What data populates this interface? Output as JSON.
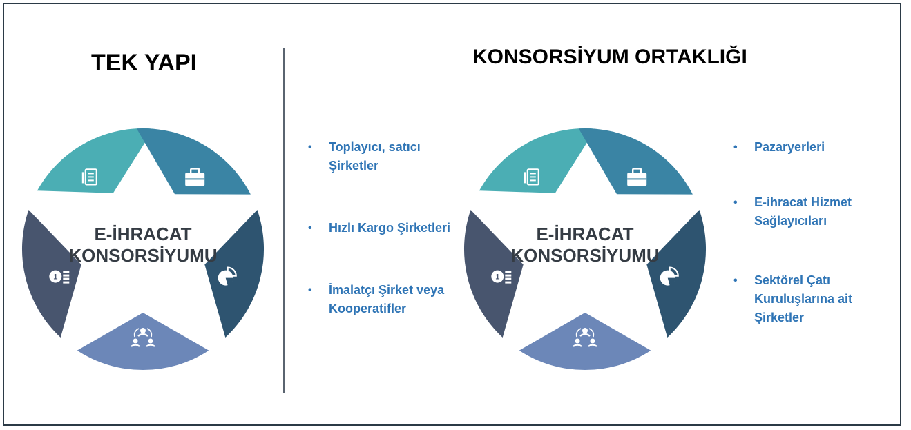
{
  "left_panel": {
    "title": "TEK YAPI",
    "center_label": [
      "E-İHRACAT",
      "KONSORSİYUMU"
    ]
  },
  "right_panel": {
    "title": "KONSORSİYUM ORTAKLIĞI",
    "center_label": [
      "E-İHRACAT",
      "KONSORSİYUMU"
    ],
    "left_bullets": [
      "Toplayıcı, satıcı Şirketler",
      "Hızlı Kargo Şirketleri",
      "İmalatçı Şirket veya Kooperatifler"
    ],
    "right_bullets": [
      "Pazaryerleri",
      "E-ihracat Hizmet Sağlayıcıları",
      "Sektörel Çatı Kuruluşlarına ait Şirketler"
    ]
  },
  "segments": [
    {
      "name": "document",
      "color": "#4baeb4",
      "icon": "document-icon"
    },
    {
      "name": "briefcase",
      "color": "#3a84a4",
      "icon": "briefcase-icon"
    },
    {
      "name": "chart",
      "color": "#2e5470",
      "icon": "pie-chart-icon"
    },
    {
      "name": "team",
      "color": "#6c87b8",
      "icon": "team-icon"
    },
    {
      "name": "coins",
      "color": "#48556e",
      "icon": "coins-icon"
    }
  ]
}
